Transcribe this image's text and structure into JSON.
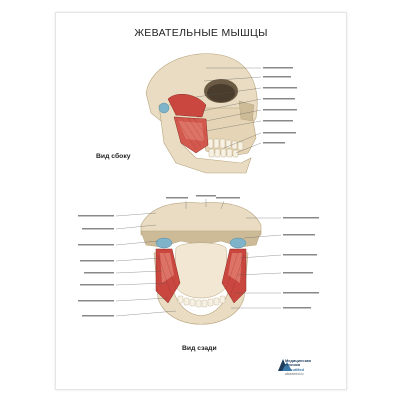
{
  "poster": {
    "title": "ЖЕВАТЕЛЬНЫЕ МЫШЦЫ",
    "side_view_caption": "Вид сбоку",
    "back_view_caption": "Вид сзади"
  },
  "brand": {
    "line1": "Медицинская",
    "line2": "техника",
    "line3": "AboutMed",
    "url": "aboutmed.ru"
  },
  "colors": {
    "bone": "#e9dcc2",
    "bone_shadow": "#cdbb98",
    "muscle": "#c9473f",
    "muscle_light": "#e07a6d",
    "cartilage": "#7fb3c9",
    "title_text": "#1f1f1f"
  }
}
